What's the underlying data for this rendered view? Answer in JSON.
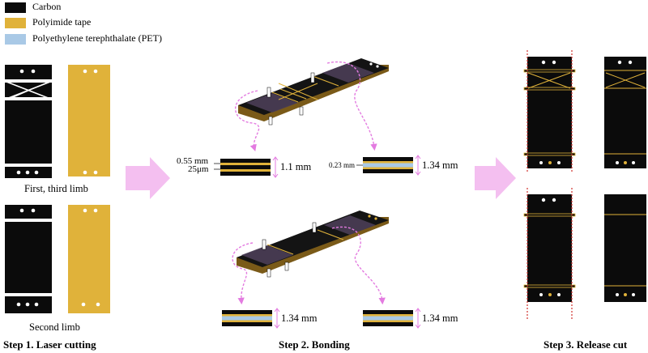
{
  "legend": [
    {
      "label": "Carbon",
      "color": "#0b0b0b"
    },
    {
      "label": "Polyimide tape",
      "color": "#e0b23a"
    },
    {
      "label": "Polyethylene terephthalate (PET)",
      "color": "#a9c9e6"
    }
  ],
  "step1": {
    "caption_top": "First, third limb",
    "caption_bottom": "Second limb",
    "label": "Step 1. Laser cutting"
  },
  "step2": {
    "label": "Step 2. Bonding",
    "dim_055": "0.55 mm",
    "dim_25um": "25μm",
    "dim_1_1": "1.1 mm",
    "dim_023": "0.23 mm",
    "dim_134_top": "1.34 mm",
    "dim_134_bl": "1.34 mm",
    "dim_134_br": "1.34 mm"
  },
  "step3": {
    "label": "Step 3. Release cut"
  },
  "colors": {
    "carbon": "#0b0b0b",
    "polyimide": "#e0b23a",
    "pet": "#a9c9e6",
    "arrow": "#f4bff0",
    "dashed": "#e37be0",
    "cutline": "#d0312d"
  }
}
